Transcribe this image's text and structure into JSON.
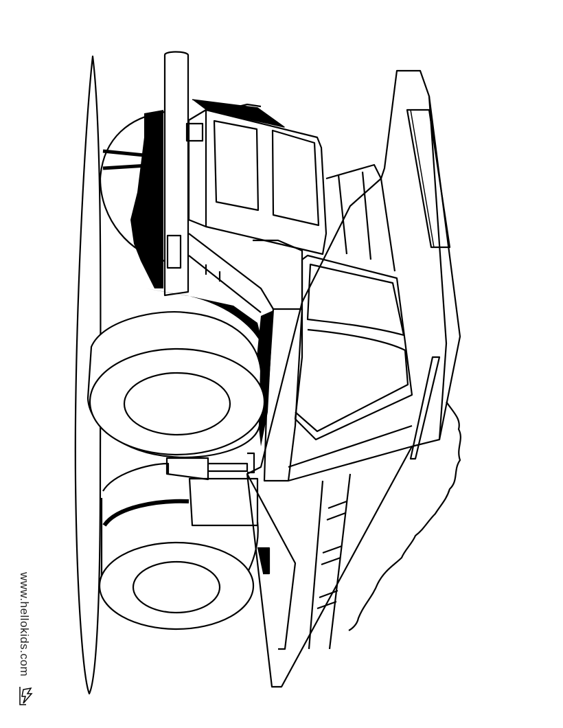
{
  "page": {
    "type": "coloring-page",
    "subject": "dump truck (rotated 90 degrees)",
    "stroke_color": "#000000",
    "background_color": "#ffffff"
  },
  "watermark": {
    "text": "www.hellokids.com",
    "logo_icon": "hellokids-logo-icon"
  }
}
